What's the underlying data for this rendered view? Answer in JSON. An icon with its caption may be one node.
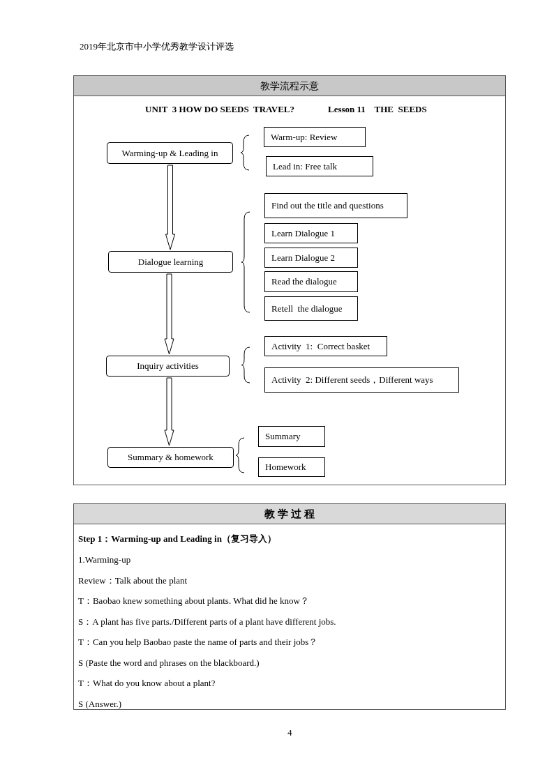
{
  "diagram": {
    "nodes": [
      {
        "text": [
          "Warming-up & Leading in"
        ]
      },
      {
        "text": [
          "Dialogue learning"
        ]
      },
      {
        "text": [
          "Inquiry activities"
        ]
      },
      {
        "text": [
          "Summary & homework"
        ]
      },
      {
        "text": [
          "Warm-up: Review"
        ]
      },
      {
        "text": [
          "Lead in: Free talk"
        ]
      },
      {
        "text": [
          "Find out the title and questions"
        ]
      },
      {
        "text": [
          "Learn Dialogue 1"
        ]
      },
      {
        "text": [
          "Learn Dialogue 2"
        ]
      },
      {
        "text": [
          "Read the dialogue"
        ]
      },
      {
        "text": [
          "Retell  the dialogue"
        ]
      },
      {
        "text": [
          "Activity  1:  Correct basket"
        ]
      },
      {
        "text": [
          "Activity  2: Different seeds，Different ways"
        ]
      },
      {
        "text": [
          "Summary"
        ]
      },
      {
        "text": [
          "Homework"
        ]
      }
    ],
    "edges": [
      {
        "from": 0,
        "to": 1,
        "arrow": "to"
      },
      {
        "from": 1,
        "to": 2,
        "arrow": "to"
      },
      {
        "from": 2,
        "to": 3,
        "arrow": "to"
      }
    ],
    "labels": [
      "2019年北京市中小学优秀教学设计评选",
      "教学流程示意",
      "UNIT  3 HOW DO SEEDS  TRAVEL?",
      "Lesson 11    THE  SEEDS",
      "教 学 过 程",
      "Step 1：Warming-up and Leading in（复习导入）",
      "1.Warming-up",
      "Review：Talk about the plant",
      "T：Baobao knew something about plants. What did he know？",
      "S：A plant has five parts./Different parts of a plant have different jobs.",
      "T：Can you help Baobao paste the name of parts and their jobs？",
      "S (Paste the word and phrases on the blackboard.)",
      "T：What do you know about a plant?",
      "S (Answer.)",
      "4"
    ]
  }
}
